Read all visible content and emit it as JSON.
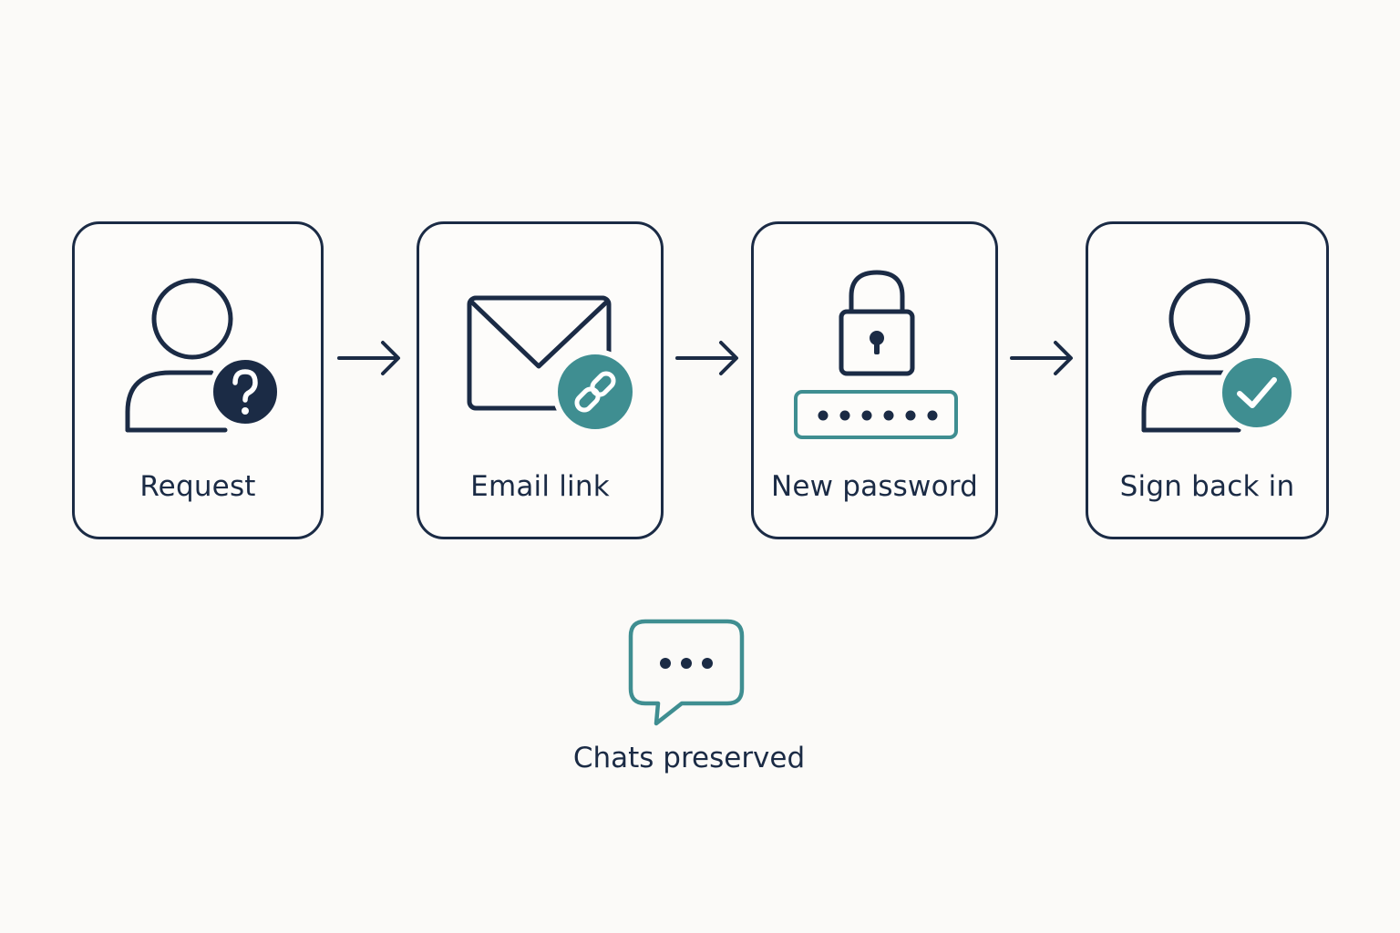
{
  "colors": {
    "ink": "#1b2b45",
    "teal": "#3f8e91",
    "background": "#fbfaf8"
  },
  "steps": [
    {
      "label": "Request",
      "icon": "user-question-icon"
    },
    {
      "label": "Email link",
      "icon": "email-link-icon"
    },
    {
      "label": "New password",
      "icon": "lock-password-icon"
    },
    {
      "label": "Sign back in",
      "icon": "user-check-icon"
    }
  ],
  "connector_icon": "arrow-right-icon",
  "footer": {
    "icon": "chat-bubble-icon",
    "label": "Chats preserved"
  }
}
